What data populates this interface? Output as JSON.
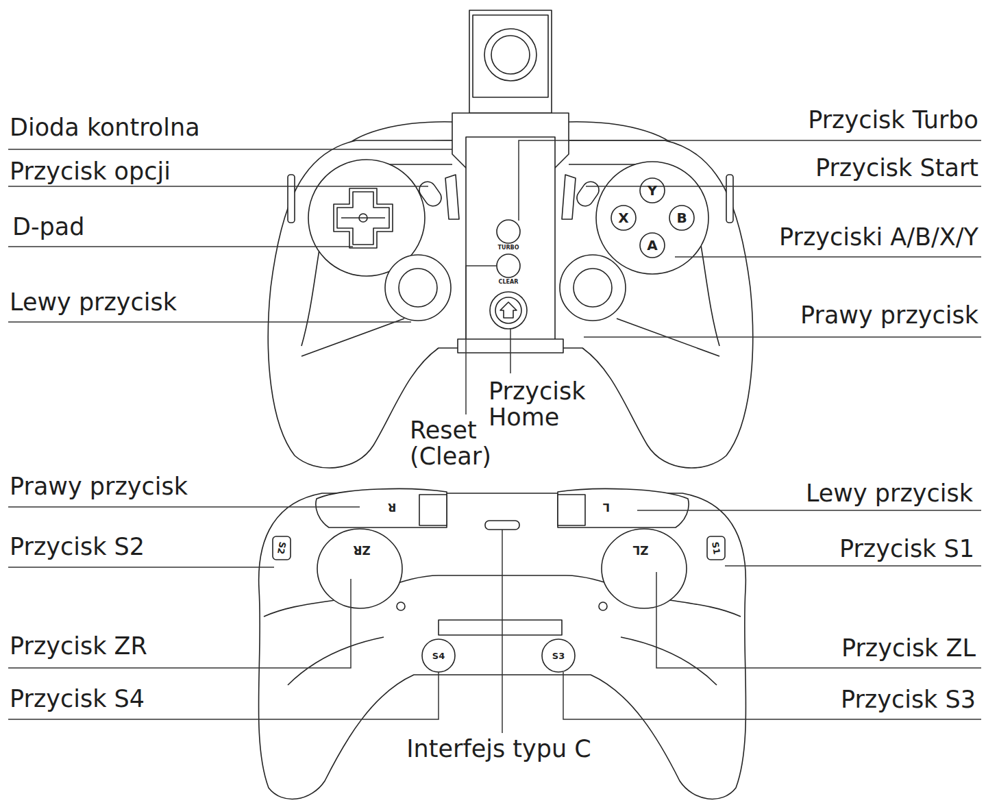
{
  "diagram": {
    "labels": [
      "Dioda kontrolna",
      "Przycisk Turbo",
      "Przycisk opcji",
      "Przycisk Start",
      "D-pad",
      "Przyciski A/B/X/Y",
      "Lewy przycisk",
      "Prawy przycisk",
      "Przycisk Home",
      "Reset (Clear)",
      "TURBO",
      "CLEAR",
      "Y",
      "X",
      "B",
      "A",
      "Prawy przycisk",
      "R",
      "L",
      "Lewy przycisk",
      "S2",
      "ZR",
      "ZL",
      "S1",
      "Przycisk S2",
      "Przycisk S1",
      "Przycisk ZR",
      "Przycisk ZL",
      "S4",
      "S3",
      "Przycisk S4",
      "Przycisk S3",
      "Interfejs typu C"
    ]
  }
}
